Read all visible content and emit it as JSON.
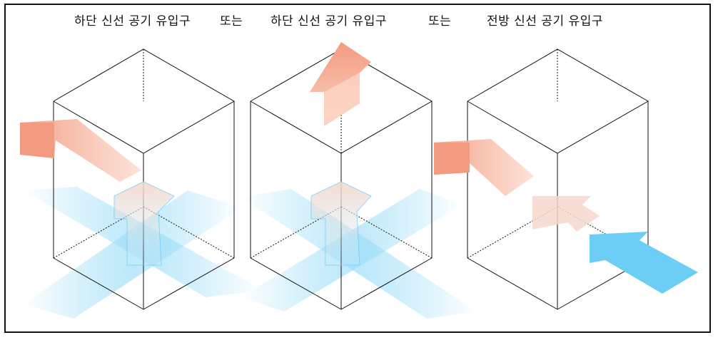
{
  "captions": {
    "c1": "하단 신선 공기 유입구",
    "sep1": "또는",
    "c2": "하단 신선 공기 유입구",
    "sep2": "또는",
    "c3": "전방 신선 공기 유입구"
  },
  "colors": {
    "outline": "#111111",
    "warm_air": "#f39b80",
    "warm_air_light": "#fbd3c3",
    "cool_air": "#6ccdf5",
    "cool_air_light": "#cdeefb"
  }
}
